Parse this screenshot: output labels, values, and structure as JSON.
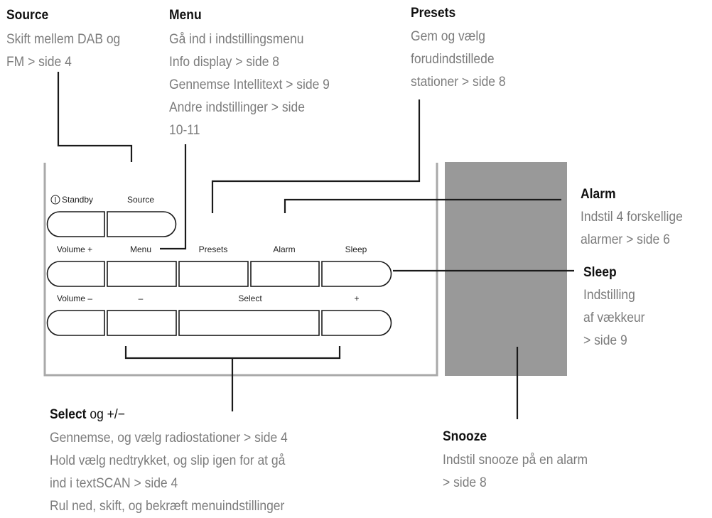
{
  "colors": {
    "line": "#1a1a1a",
    "panel_border": "#a9a9a9",
    "snooze_panel": "#999999",
    "desc_text": "#7c7c7c"
  },
  "callouts": {
    "source": {
      "title": "Source",
      "lines": [
        "Skift mellem DAB og",
        "FM > side 4"
      ]
    },
    "menu": {
      "title": "Menu",
      "lines": [
        "Gå ind i indstillingsmenu",
        "Info display > side 8",
        "Gennemse Intellitext > side 9",
        "Andre indstillinger > side",
        "10-11"
      ]
    },
    "presets": {
      "title": "Presets",
      "lines": [
        "Gem og vælg",
        "forudindstillede",
        "stationer > side 8"
      ]
    },
    "alarm": {
      "title": "Alarm",
      "lines": [
        "Indstil 4 forskellige",
        "alarmer > side 6"
      ]
    },
    "sleep": {
      "title": "Sleep",
      "lines": [
        "Indstilling",
        "af vækkeur",
        "> side 9"
      ]
    },
    "select": {
      "title_bold": "Select",
      "title_rest": " og +/−",
      "lines": [
        "Gennemse, og vælg radiostationer > side 4",
        "Hold vælg nedtrykket, og slip igen for at gå",
        "ind i textSCAN > side 4",
        "Rul ned, skift, og bekræft menuindstillinger"
      ]
    },
    "snooze": {
      "title": "Snooze",
      "lines": [
        "Indstil snooze på en alarm",
        "> side 8"
      ]
    }
  },
  "buttons": {
    "standby": "Standby",
    "standby_icon": "power-icon",
    "source": "Source",
    "volume_plus": "Volume +",
    "menu": "Menu",
    "presets": "Presets",
    "alarm": "Alarm",
    "sleep": "Sleep",
    "volume_minus": "Volume –",
    "minus": "–",
    "select": "Select",
    "plus": "+"
  }
}
